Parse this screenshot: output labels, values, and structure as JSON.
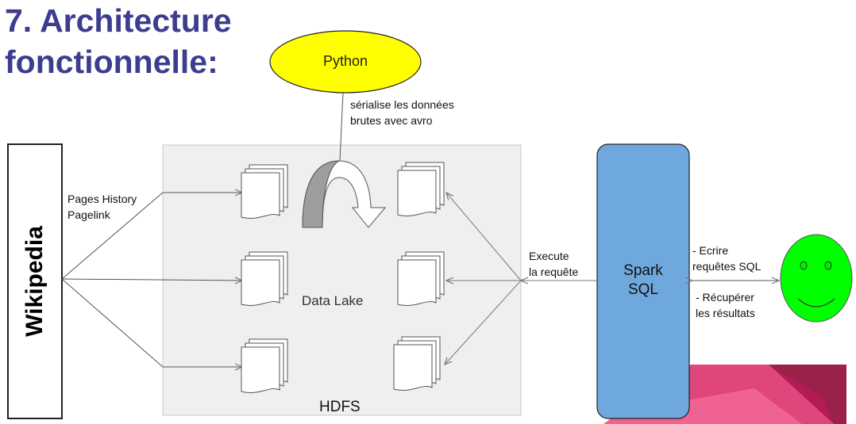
{
  "title": {
    "line1": "7. Architecture",
    "line2": "fonctionnelle:"
  },
  "python": {
    "label": "Python"
  },
  "serialize_note": {
    "line1": "sérialise les données",
    "line2": "brutes avec avro"
  },
  "wikipedia": {
    "label": "Wikipedia"
  },
  "pages_note": {
    "line1": "Pages History",
    "line2": "Pagelink"
  },
  "data_lake": {
    "label": "Data Lake"
  },
  "hdfs": {
    "label": "HDFS"
  },
  "execute_note": {
    "line1": "Execute",
    "line2": "la requête"
  },
  "spark": {
    "line1": "Spark",
    "line2": "SQL"
  },
  "user_notes": {
    "write1": "- Ecrire",
    "write2": "requêtes SQL",
    "read1": "- Récupérer",
    "read2": "les résultats"
  },
  "colors": {
    "title": "#3d3d8f",
    "python": "#ffff00",
    "spark": "#6fa8dc",
    "smiley": "#00ff00",
    "hdfs_bg": "#efefef",
    "accent_pink": "#e0457b",
    "accent_dark": "#9b2148"
  }
}
